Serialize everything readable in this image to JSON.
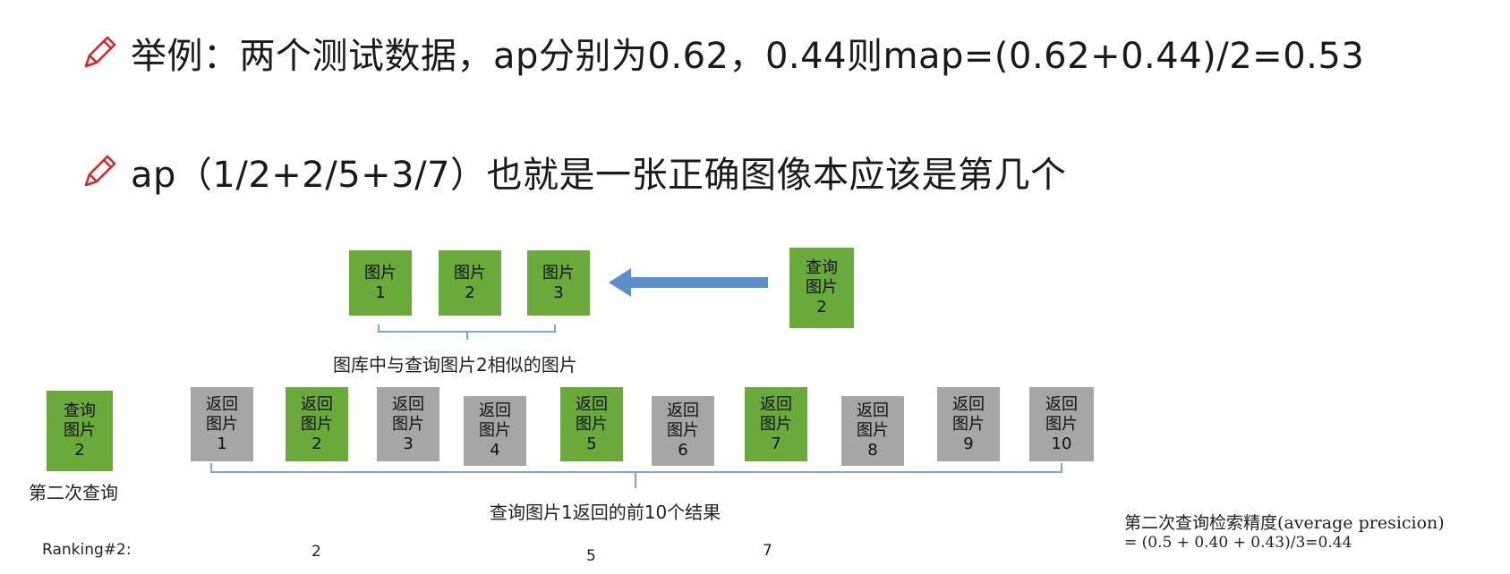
{
  "lines": [
    {
      "icon": "pencil-icon",
      "text": "举例：两个测试数据，ap分别为0.62，0.44则map=(0.62+0.44)/2=0.53"
    },
    {
      "icon": "pencil-icon",
      "text": "ap（1/2+2/5+3/7）也就是一张正确图像本应该是第几个"
    }
  ],
  "colors": {
    "icon": "#d7262b",
    "green": "#6aaa3a",
    "gray": "#a6a6a6",
    "arrow": "#5b8fc9",
    "bracket": "#7ea7cf"
  },
  "gallery": {
    "images": [
      {
        "line1": "图片",
        "line2": "1"
      },
      {
        "line1": "图片",
        "line2": "2"
      },
      {
        "line1": "图片",
        "line2": "3"
      }
    ],
    "caption": "图库中与查询图片2相似的图片"
  },
  "query_top": {
    "line1": "查询",
    "line2": "图片",
    "line3": "2"
  },
  "query_left": {
    "line1": "查询",
    "line2": "图片",
    "line3": "2",
    "caption": "第二次查询"
  },
  "results": [
    {
      "line1": "返回",
      "line2": "图片",
      "line3": "1",
      "color": "gray"
    },
    {
      "line1": "返回",
      "line2": "图片",
      "line3": "2",
      "color": "green"
    },
    {
      "line1": "返回",
      "line2": "图片",
      "line3": "3",
      "color": "gray"
    },
    {
      "line1": "返回",
      "line2": "图片",
      "line3": "4",
      "color": "gray"
    },
    {
      "line1": "返回",
      "line2": "图片",
      "line3": "5",
      "color": "green"
    },
    {
      "line1": "返回",
      "line2": "图片",
      "line3": "6",
      "color": "gray"
    },
    {
      "line1": "返回",
      "line2": "图片",
      "line3": "7",
      "color": "green"
    },
    {
      "line1": "返回",
      "line2": "图片",
      "line3": "8",
      "color": "gray"
    },
    {
      "line1": "返回",
      "line2": "图片",
      "line3": "9",
      "color": "gray"
    },
    {
      "line1": "返回",
      "line2": "图片",
      "line3": "10",
      "color": "gray"
    }
  ],
  "results_caption": "查询图片1返回的前10个结果",
  "ranking": {
    "label": "Ranking#2:",
    "values": [
      "2",
      "5",
      "7"
    ]
  },
  "precision": {
    "line1": "第二次查询检索精度(average presicion)",
    "line2": "= (0.5 + 0.40 + 0.43)/3=0.44"
  }
}
